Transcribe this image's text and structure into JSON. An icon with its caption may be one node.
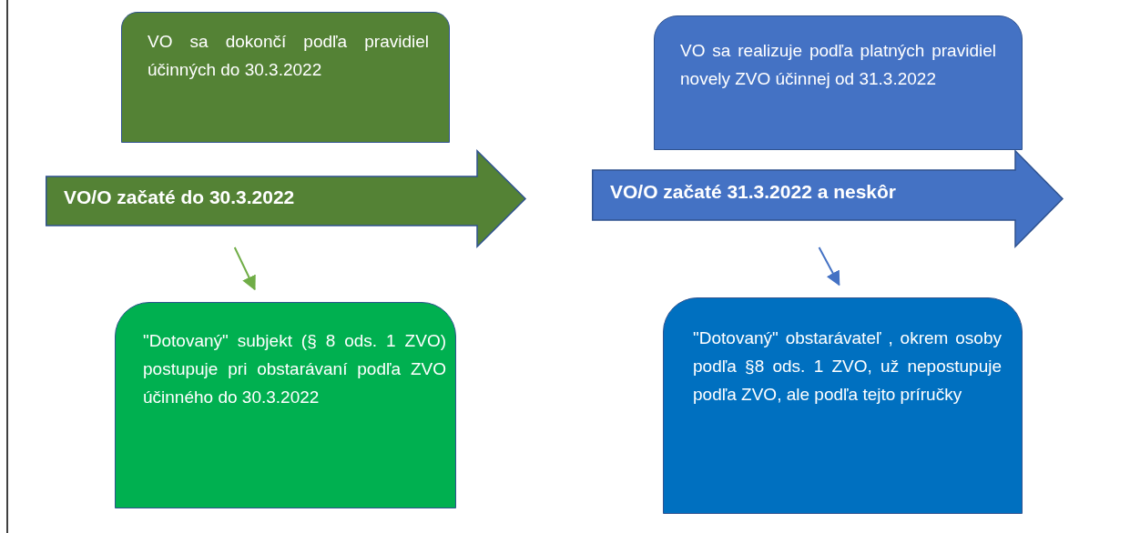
{
  "diagram": {
    "nodes": [
      {
        "text": [
          "VO sa dokončí podľa pravidiel účinných do 30.3.2022"
        ]
      },
      {
        "text": [
          "VO/O začaté do 30.3.2022"
        ]
      },
      {
        "text": [
          "\"Dotovaný\" subjekt (§ 8 ods. 1 ZVO) postupuje pri obstarávaní podľa ZVO účinného do 30.3.2022"
        ]
      },
      {
        "text": [
          "VO sa realizuje podľa platných pravidiel novely ZVO účinnej od 31.3.2022"
        ]
      },
      {
        "text": [
          "VO/O začaté 31.3.2022 a neskôr"
        ]
      },
      {
        "text": [
          "\"Dotovaný\" obstarávateľ , okrem osoby podľa §8 ods. 1 ZVO, už nepostupuje podľa ZVO, ale podľa tejto príručky"
        ]
      }
    ],
    "edges": [
      {
        "from": 1,
        "to": 2,
        "arrow": "to",
        "color": "#70ad47"
      },
      {
        "from": 4,
        "to": 5,
        "arrow": "to",
        "color": "#4472c4"
      }
    ]
  }
}
